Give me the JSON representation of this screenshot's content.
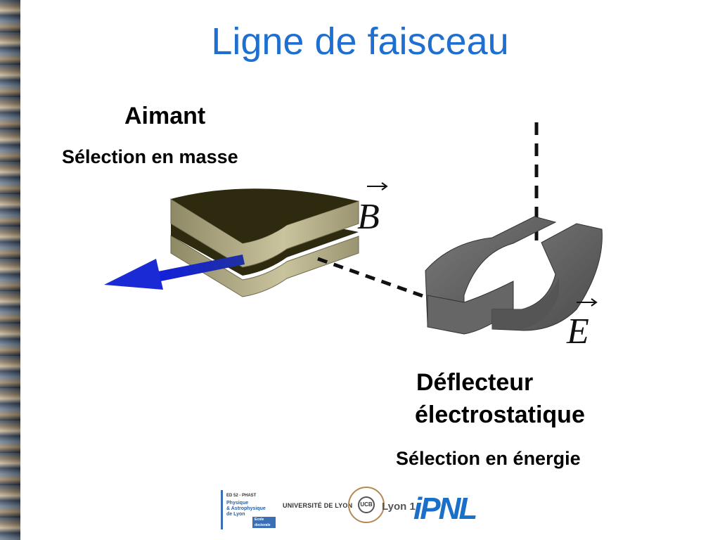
{
  "slide": {
    "title": "Ligne de faisceau"
  },
  "magnet": {
    "heading": "Aimant",
    "subtitle": "Sélection en masse",
    "field_symbol": "B"
  },
  "deflector": {
    "heading_line1": "Déflecteur",
    "heading_line2": "électrostatique",
    "subtitle": "Sélection en énergie",
    "field_symbol": "E"
  },
  "logos": {
    "phast_line1": "ED 52 - PHAST",
    "phast_line2": "Physique",
    "phast_line3": "& Astrophysique",
    "phast_line4": "de Lyon",
    "phast_tag": "Ecole doctorale",
    "universite": "UNIVERSITÉ DE LYON",
    "lyon1_seal": "UCB",
    "lyon1": "Lyon 1",
    "ipnl": "iPNL"
  },
  "colors": {
    "title": "#1f6fd1",
    "magnet_top": "#2e2a10",
    "magnet_side": "#b0ab86",
    "deflector": "#5a5a5a",
    "beam_arrow": "#1a2bd6"
  }
}
